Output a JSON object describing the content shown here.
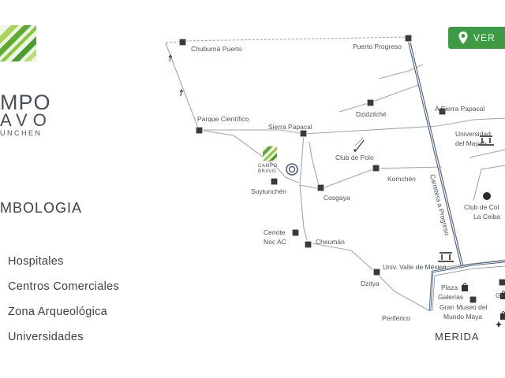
{
  "logo": {
    "line1": "MPO",
    "line2": "AVO",
    "line3": "UNCHEN",
    "small_line1": "CAMPO",
    "small_line2": "BRAVO"
  },
  "legend": {
    "title": "MBOLOGIA",
    "items": [
      "Hospitales",
      "Centros Comerciales",
      "Zona Arqueológica",
      "Universidades"
    ]
  },
  "button": {
    "label": "VER"
  },
  "places": {
    "chuburna": "Chuburná Puerto",
    "progreso": "Puerto Progreso",
    "dzidzilche": "Dzidzilché",
    "sierra_papacal_road": "A Sierra Papacal",
    "parque_cientifico": "Parque Científico",
    "sierra_papacal": "Sierra Papacal",
    "univ_mayab_1": "Universidad",
    "univ_mayab_2": "del Mayab",
    "club_polo": "Club de Polo",
    "komchen": "Komchén",
    "suytunchen": "Suytunchén",
    "cosgaya": "Cosgaya",
    "carretera": "Carretera a Progreso",
    "club_golf_1": "Club de Col",
    "club_golf_2": "La Ceiba",
    "cenote_1": "Cenote",
    "cenote_2": "Noc AC",
    "cheuman": "Cheumán",
    "univ_valle": "Univ. Valle de México",
    "dzitya": "Dzitya",
    "plaza_1": "Plaza",
    "plaza_2": "Galerías",
    "museo_1": "Gran Museo del",
    "museo_2": "Mundo Maya",
    "gr": "Gr",
    "periferico": "Periférico",
    "merida": "MERIDA"
  },
  "colors": {
    "accent_green": "#3f9a46",
    "road": "#9ea8b1",
    "highway": "#4b5f79",
    "marker": "#3a3a3a"
  }
}
